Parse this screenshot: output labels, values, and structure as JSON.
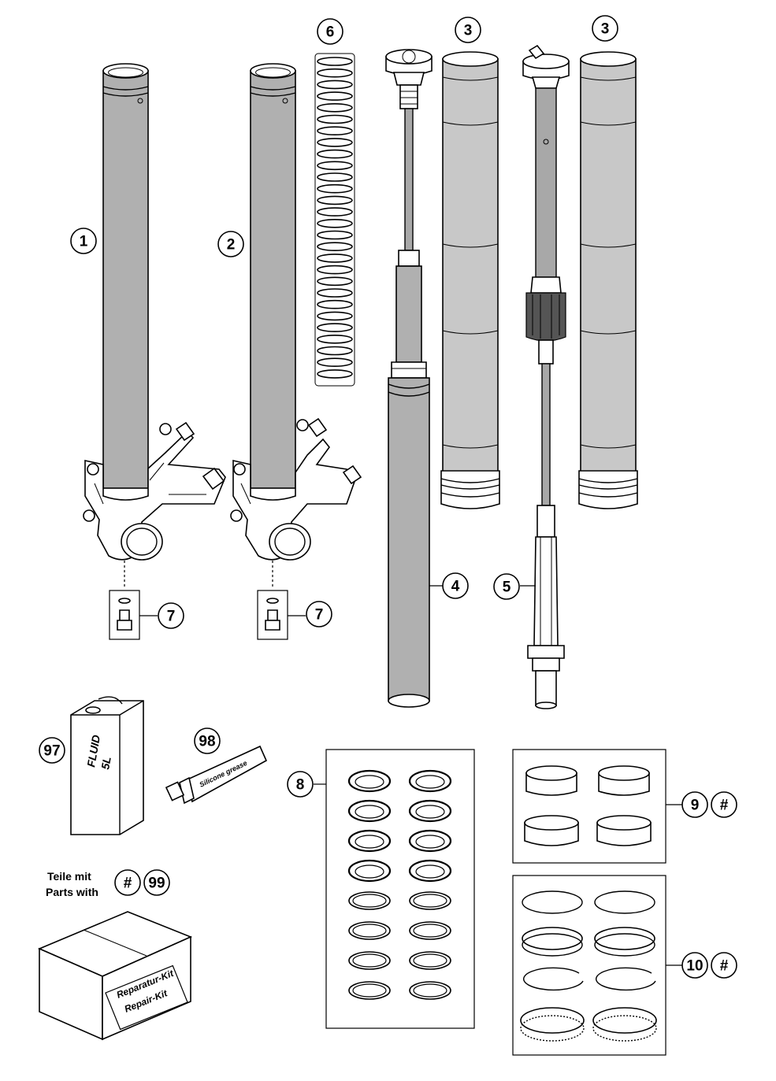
{
  "callouts": {
    "c1": "1",
    "c2": "2",
    "c3a": "3",
    "c3b": "3",
    "c4": "4",
    "c5": "5",
    "c6": "6",
    "c7a": "7",
    "c7b": "7",
    "c8": "8",
    "c9": "9",
    "c9hash": "#",
    "c10": "10",
    "c10hash": "#",
    "c97": "97",
    "c98": "98",
    "c99hash": "#",
    "c99": "99"
  },
  "note": {
    "line1": "Teile mit",
    "line2": "Parts with"
  },
  "labels": {
    "fluid_line1": "FLUID",
    "fluid_line2": "5L",
    "grease": "Silicone grease",
    "repair_line1": "Reparatur-Kit",
    "repair_line2": "Repair-Kit"
  }
}
